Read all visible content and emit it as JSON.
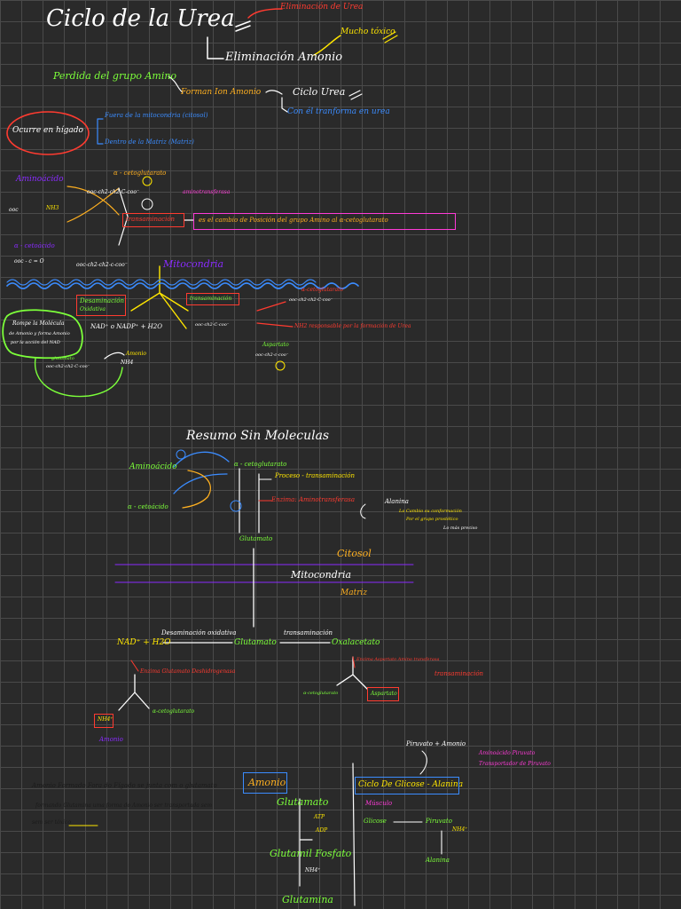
{
  "title": "Ciclo de la Urea",
  "top": {
    "elim_note": "Eliminación de Urea",
    "elim_amonio": "Eliminación Amonio",
    "muy_toxico": "Mucho tóxico",
    "perdida": "Perdida del grupo Amino",
    "forman": "Forman Ion Amonio",
    "ciclo_urea": "Ciclo Urea",
    "transforma": "Con él tranforma en urea",
    "ocurre": "Ocurre en hígado",
    "fuera": "Fuera de la mitocondria (citosol)",
    "dentro": "Dentro de la Matriz (Matriz)"
  },
  "upper_diagram": {
    "aminoacido": "Aminoácido",
    "alfa_ceto_top": "α - cetoglutarato",
    "formula1": "ooc-ch2-ch2-C-coo⁻",
    "aminotrans": "aminotransferasa",
    "coc": "ooc",
    "nh3": "NH3",
    "transaminacion": "transaminación",
    "definicion": "es el cambio de Posición del grupo Amino al α-cetoglutarato",
    "alfa_cetoacido": "α - cetoácido",
    "formula2": "ooc - c = O",
    "formula3": "ooc-ch2-ch2-c-coo⁻",
    "mitocondria": "Mitocondria",
    "desaminacion": "Desaminación",
    "oxidativa": "Oxidativa",
    "transaminacion2": "transaminación",
    "alfa_ceto_right": "α-cetoglutarato",
    "formula4": "ooc-ch2-ch2-C-coo⁻",
    "nad": "NAD⁺ o NADP⁺ + H2O",
    "formula5": "ooc-ch2-C-coo⁻",
    "nh_note": "NH2 responsable por la formación de Urea",
    "aspartato": "Aspartato",
    "formula6": "ooc-ch2-c-coo⁻",
    "rompe1": "Rompe la Molécula",
    "rompe2": "de Amonio y forma Amonio",
    "rompe3": "por la acción del NAD",
    "glutamato_small": "glutamato",
    "formula7": "ooc-ch2-ch2-C-coo⁻",
    "amonio_small": "Amonio",
    "nh4_small": "NH4"
  },
  "resumo": {
    "title": "Resumo Sin Moleculas",
    "aminoacido": "Aminoácido",
    "alfa_ceto": "α - cetoglutarato",
    "alfa_cetoacido": "α - cetoácido",
    "proceso": "Proceso - transaminación",
    "enzima": "Enzima: Aminotransferasa",
    "alanina": "Alanina",
    "cambio1": "La Cambio su conformación",
    "cambio2": "Por el grupo prostético",
    "cambio3": "Lo más preciso",
    "glutamato": "Glutamato",
    "citosol": "Citosol",
    "mitocondria": "Mitocondria",
    "matriz": "Matriz",
    "desaminacion": "Desaminación oxidativa",
    "transaminacion": "transaminación",
    "nad": "NAD⁺ + H2O",
    "glutamato2": "Glutamato",
    "oxalacetato": "Oxalacetato",
    "enzima_glut": "Enzima Glutamato Deshidrogenasa",
    "enzima_asp": "Enzima Aspartato Amino transferasa",
    "transaminacion3": "transaminación",
    "alfa_ceto2": "α-cetoglutarato",
    "alfa_ceto3": "α-cetoglutarato",
    "aspartato": "Aspartato",
    "nh4": "NH4⁺",
    "amonio": "Amonio"
  },
  "bottom": {
    "amonio_text1": "Amonio Formado Fora do Fígado se junta com o glutamato",
    "amonio_text2": "formando Glutamina uma forma do Amonio ser transportada sem",
    "amonio_text3": "sem ser tóxico",
    "amonio_box": "Amonio",
    "glutamato": "Glutamato",
    "atp": "ATP",
    "adp": "ADP",
    "glutamil": "Glutamil Fosfato",
    "nh4": "NH4⁺",
    "glutamina": "Glutamina",
    "piruvato_amonio": "Piruvato + Amonio",
    "piruvato_note1": "Aminoácido Piruvato",
    "piruvato_note2": "Transportador de Piruvato",
    "ciclo_box": "Ciclo De Glicose - Alanina",
    "musculo": "Músculo",
    "glicose": "Glicose",
    "piruvato": "Piruvato",
    "nh4b": "NH4⁺",
    "alanina": "Alanina"
  }
}
